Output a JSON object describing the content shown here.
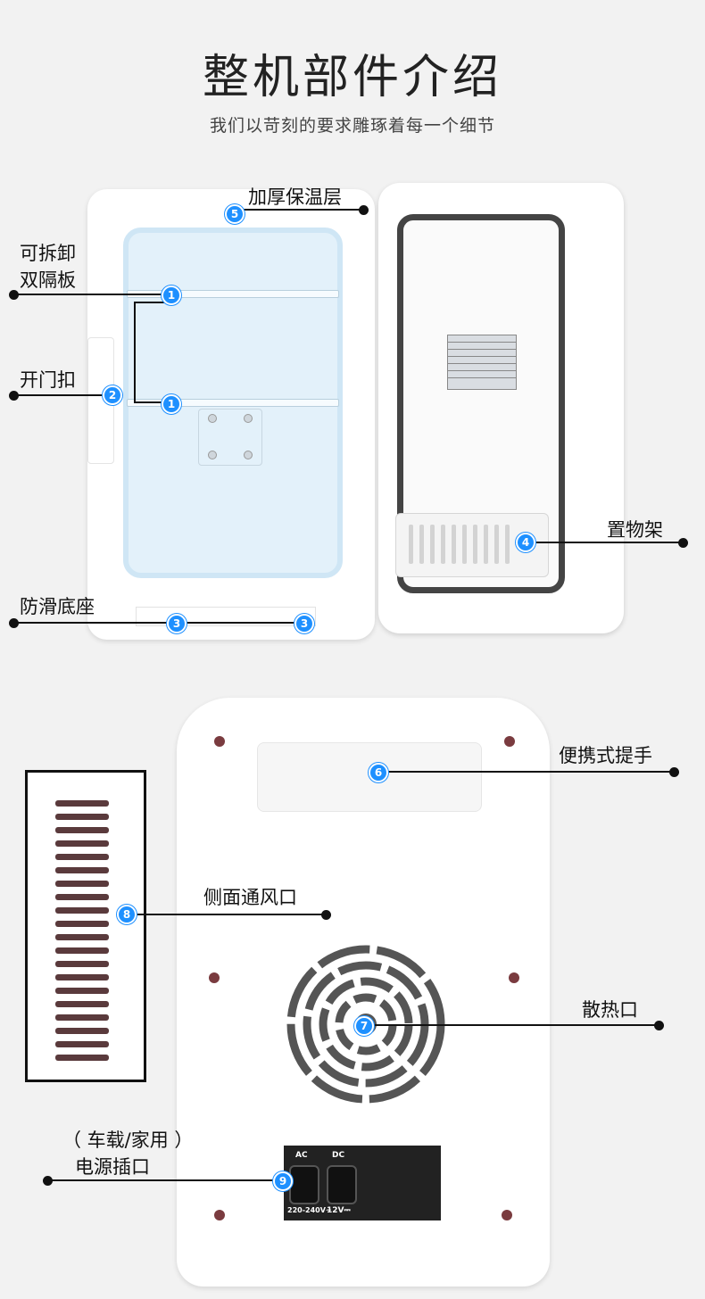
{
  "header": {
    "title": "整机部件介绍",
    "subtitle": "我们以苛刻的要求雕琢着每一个细节"
  },
  "colors": {
    "badge": "#1e90ff",
    "line": "#111111",
    "background": "#f2f2f2"
  },
  "callouts": {
    "shelf": {
      "label_line1": "可拆卸",
      "label_line2": "双隔板",
      "number": "1"
    },
    "latch": {
      "label": "开门扣",
      "number": "2"
    },
    "base": {
      "label": "防滑底座",
      "number": "3"
    },
    "rack": {
      "label": "置物架",
      "number": "4"
    },
    "insulation": {
      "label": "加厚保温层",
      "number": "5"
    },
    "handle": {
      "label": "便携式提手",
      "number": "6"
    },
    "heat_vent": {
      "label": "散热口",
      "number": "7"
    },
    "side_vent": {
      "label": "侧面通风口",
      "number": "8"
    },
    "power": {
      "label_line1": "（ 车载/家用 ）",
      "label_line2": "电源插口",
      "number": "9"
    }
  },
  "power_panel": {
    "ac": "AC",
    "dc": "DC",
    "ac_rating": "220-240V~",
    "dc_rating": "12V⎓"
  }
}
